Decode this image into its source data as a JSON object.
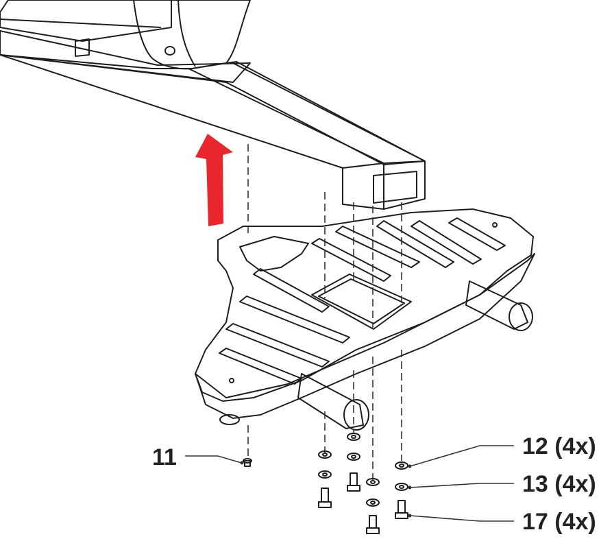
{
  "diagram": {
    "callouts": [
      {
        "id": "11",
        "text": "11"
      },
      {
        "id": "12",
        "text": "12 (4x)"
      },
      {
        "id": "13",
        "text": "13 (4x)"
      },
      {
        "id": "17",
        "text": "17 (4x)"
      }
    ],
    "colors": {
      "stabilizer_fill": "#8fb4d9",
      "stabilizer_stroke": "#1e1e1e",
      "arrow": "#e8262b",
      "frame_fill": "#ffffff",
      "hardware_fill": "#9fbcd8"
    },
    "icons": {
      "direction_arrow": "arrow-up-icon"
    }
  }
}
